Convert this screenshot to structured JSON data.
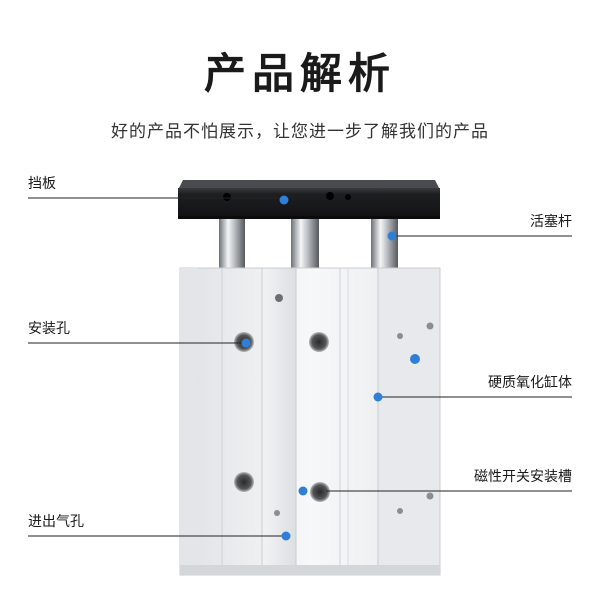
{
  "header": {
    "title": "产品解析",
    "subtitle": "好的产品不怕展示，让您进一步了解我们的产品"
  },
  "callouts": {
    "baffle": "挡板",
    "mounting_hole": "安装孔",
    "air_port": "进出气孔",
    "piston_rod": "活塞杆",
    "anodized_cylinder": "硬质氧化缸体",
    "magnetic_switch_slot": "磁性开关安装槽"
  },
  "colors": {
    "accent_dot": "#2f7fd6",
    "leader_line": "#222222",
    "plate": "#1c1c1e",
    "body": "#eef0f2"
  }
}
